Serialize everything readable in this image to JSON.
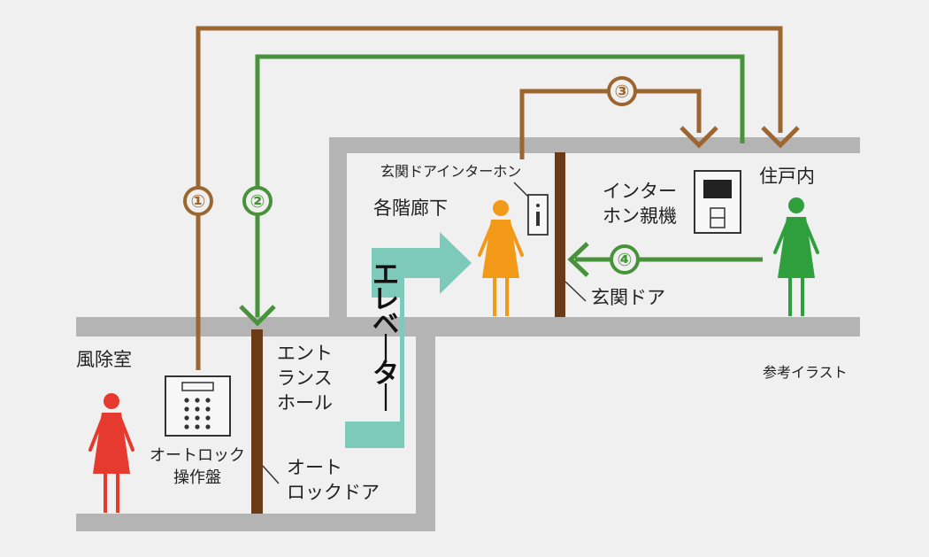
{
  "labels": {
    "vestibule": "風除室",
    "autolock_panel_line1": "オートロック",
    "autolock_panel_line2": "操作盤",
    "entrance_hall_line1": "エント",
    "entrance_hall_line2": "ランス",
    "entrance_hall_line3": "ホール",
    "autolock_door_line1": "オート",
    "autolock_door_line2": "ロックドア",
    "elevator": "エレベーター",
    "floor_corridor": "各階廊下",
    "front_door_intercom": "玄関ドアインターホン",
    "front_door": "玄関ドア",
    "intercom_master_line1": "インター",
    "intercom_master_line2": "ホン親機",
    "inside_unit": "住戸内",
    "reference_illustration": "参考イラスト"
  },
  "steps": [
    "①",
    "②",
    "③",
    "④"
  ],
  "colors": {
    "background": "#f0f0f0",
    "wall": "#b4b4b4",
    "door": "#6b3a17",
    "route_brown": "#9c6630",
    "route_green": "#47923a",
    "elevator": "#7dcaba",
    "person_red": "#e63a2e",
    "person_orange": "#f29a17",
    "person_green": "#2e9f3c"
  },
  "icons": {
    "autolock_panel": "keypad-panel-icon",
    "door_intercom": "door-intercom-icon",
    "master_unit": "intercom-master-unit-icon",
    "persons": [
      "person-red-icon",
      "person-orange-icon",
      "person-green-icon"
    ]
  }
}
